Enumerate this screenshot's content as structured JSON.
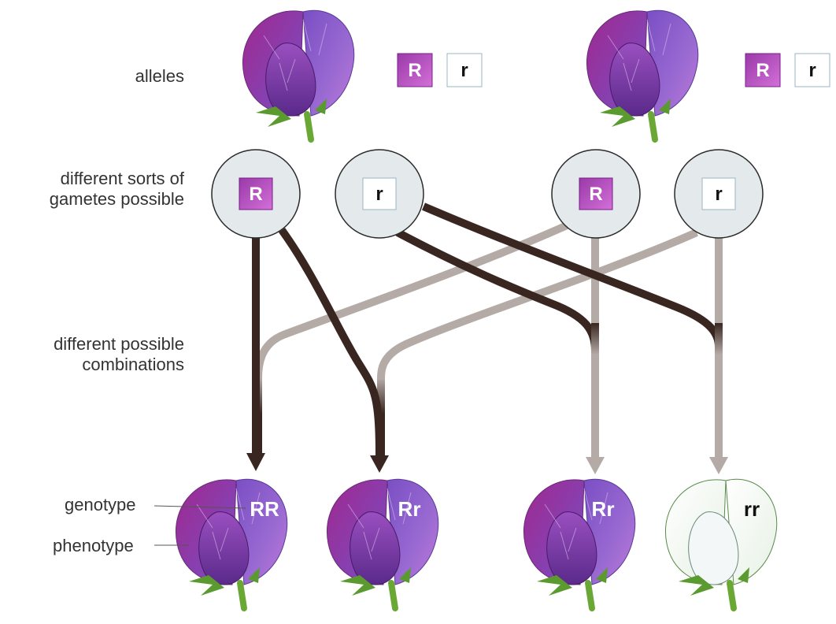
{
  "labels": {
    "alleles": "alleles",
    "gametes": "different sorts of gametes possible",
    "combinations": "different possible combinations",
    "genotype": "genotype",
    "phenotype": "phenotype"
  },
  "parents": [
    {
      "alleles": [
        "R",
        "r"
      ]
    },
    {
      "alleles": [
        "R",
        "r"
      ]
    }
  ],
  "gametes": [
    "R",
    "r",
    "R",
    "r"
  ],
  "offspring": [
    {
      "genotype": "RR",
      "phenotype": "purple"
    },
    {
      "genotype": "Rr",
      "phenotype": "purple"
    },
    {
      "genotype": "Rr",
      "phenotype": "purple"
    },
    {
      "genotype": "rr",
      "phenotype": "white"
    }
  ],
  "colors": {
    "dominant_dark": "#7a1f8c",
    "dominant_light": "#c070d0",
    "path_dark": "#3a2620",
    "path_light": "#b4aaa6",
    "gamete_fill": "#e4e9ec"
  }
}
